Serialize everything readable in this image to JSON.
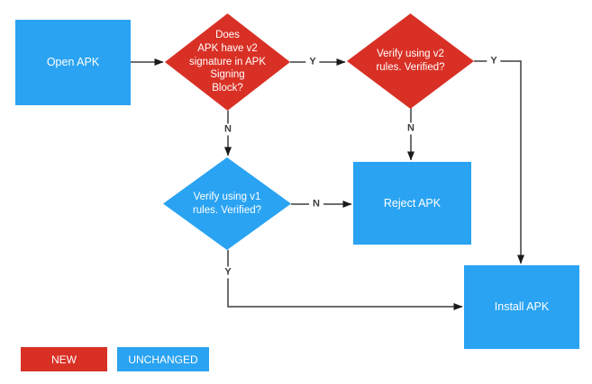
{
  "diagram": {
    "type": "flowchart",
    "colors": {
      "new_red": "#d93025",
      "unchanged_blue": "#2aa3f2",
      "line": "#3f3f3f",
      "arrowhead": "#1a1a1a",
      "node_text": "#ffffff",
      "edge_label_text": "#3d3d3d"
    },
    "nodes": {
      "open_apk": {
        "label": "Open APK",
        "shape": "rect",
        "status": "unchanged"
      },
      "has_v2_signature": {
        "label": "Does\nAPK have v2\nsignature in APK\nSigning\nBlock?",
        "shape": "diamond",
        "status": "new"
      },
      "verify_v2": {
        "label": "Verify using v2\nrules. Verified?",
        "shape": "diamond",
        "status": "new"
      },
      "verify_v1": {
        "label": "Verify using v1\nrules. Verified?",
        "shape": "diamond",
        "status": "unchanged"
      },
      "reject_apk": {
        "label": "Reject APK",
        "shape": "rect",
        "status": "unchanged"
      },
      "install_apk": {
        "label": "Install APK",
        "shape": "rect",
        "status": "unchanged"
      }
    },
    "edges": [
      {
        "from": "open_apk",
        "to": "has_v2_signature",
        "label": ""
      },
      {
        "from": "has_v2_signature",
        "to": "verify_v2",
        "label": "Y"
      },
      {
        "from": "has_v2_signature",
        "to": "verify_v1",
        "label": "N"
      },
      {
        "from": "verify_v2",
        "to": "install_apk",
        "label": "Y"
      },
      {
        "from": "verify_v2",
        "to": "reject_apk",
        "label": "N"
      },
      {
        "from": "verify_v1",
        "to": "reject_apk",
        "label": "N"
      },
      {
        "from": "verify_v1",
        "to": "install_apk",
        "label": "Y"
      }
    ],
    "legend": {
      "new_label": "NEW",
      "unchanged_label": "UNCHANGED"
    }
  }
}
